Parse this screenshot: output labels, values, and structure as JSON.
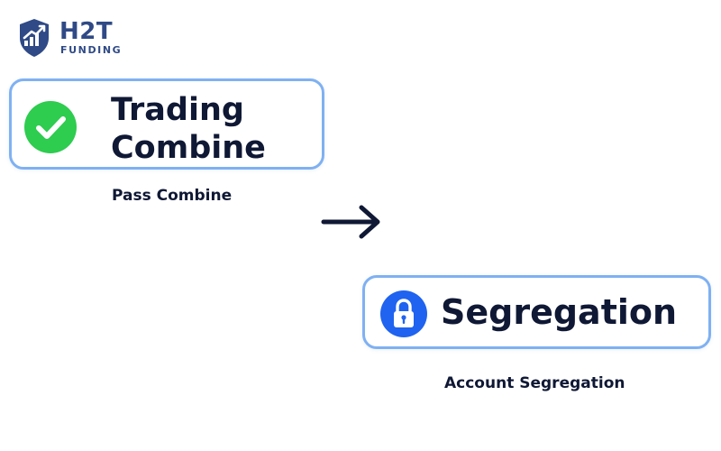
{
  "logo": {
    "name": "H2T",
    "tagline": "FUNDING",
    "icon": "shield-chart-icon",
    "color": "#2f4a86"
  },
  "steps": [
    {
      "title": "Trading\nCombine",
      "caption": "Pass Combine",
      "icon": "check-circle-icon",
      "icon_color": "#2ecc4f"
    },
    {
      "title": "Segregation",
      "caption": "Account Segregation",
      "icon": "lock-icon",
      "icon_color": "#1f63f0"
    }
  ],
  "connector": {
    "icon": "arrow-right-icon"
  },
  "colors": {
    "card_border": "#7fb1f2",
    "text": "#0f1834"
  }
}
